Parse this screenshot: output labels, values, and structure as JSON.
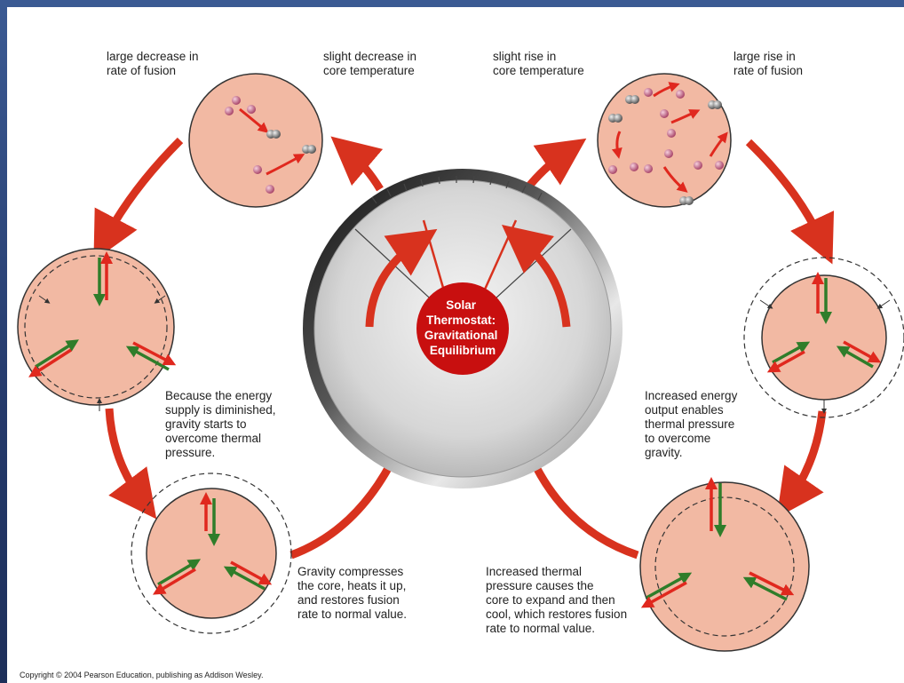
{
  "center": {
    "title_lines": [
      "Solar",
      "Thermostat:",
      "Gravitational",
      "Equilibrium"
    ]
  },
  "labels": {
    "top_left_fusion": "large decrease in\nrate of fusion",
    "top_left_core": "slight decrease in\ncore temperature",
    "top_right_core": "slight rise in\ncore temperature",
    "top_right_fusion": "large rise in\nrate of fusion",
    "left_explain": "Because the energy\nsupply is diminished,\ngravity starts to\novercome thermal\npressure.",
    "right_explain": "Increased energy\noutput enables\nthermal pressure\nto overcome\ngravity.",
    "bottom_left_explain": "Gravity compresses\nthe core, heats it up,\nand restores fusion\nrate to normal value.",
    "bottom_right_explain": "Increased thermal\npressure causes the\ncore to expand and then\ncool, which restores fusion\nrate to normal value."
  },
  "copyright": "Copyright © 2004 Pearson Education, publishing as Addison Wesley.",
  "colors": {
    "core_fill": "#f2b9a3",
    "arrow_red": "#d8321e",
    "gauge_face": "#dcdcdc",
    "center_red": "#c80f0f",
    "pressure_green": "#3c8a2c"
  }
}
